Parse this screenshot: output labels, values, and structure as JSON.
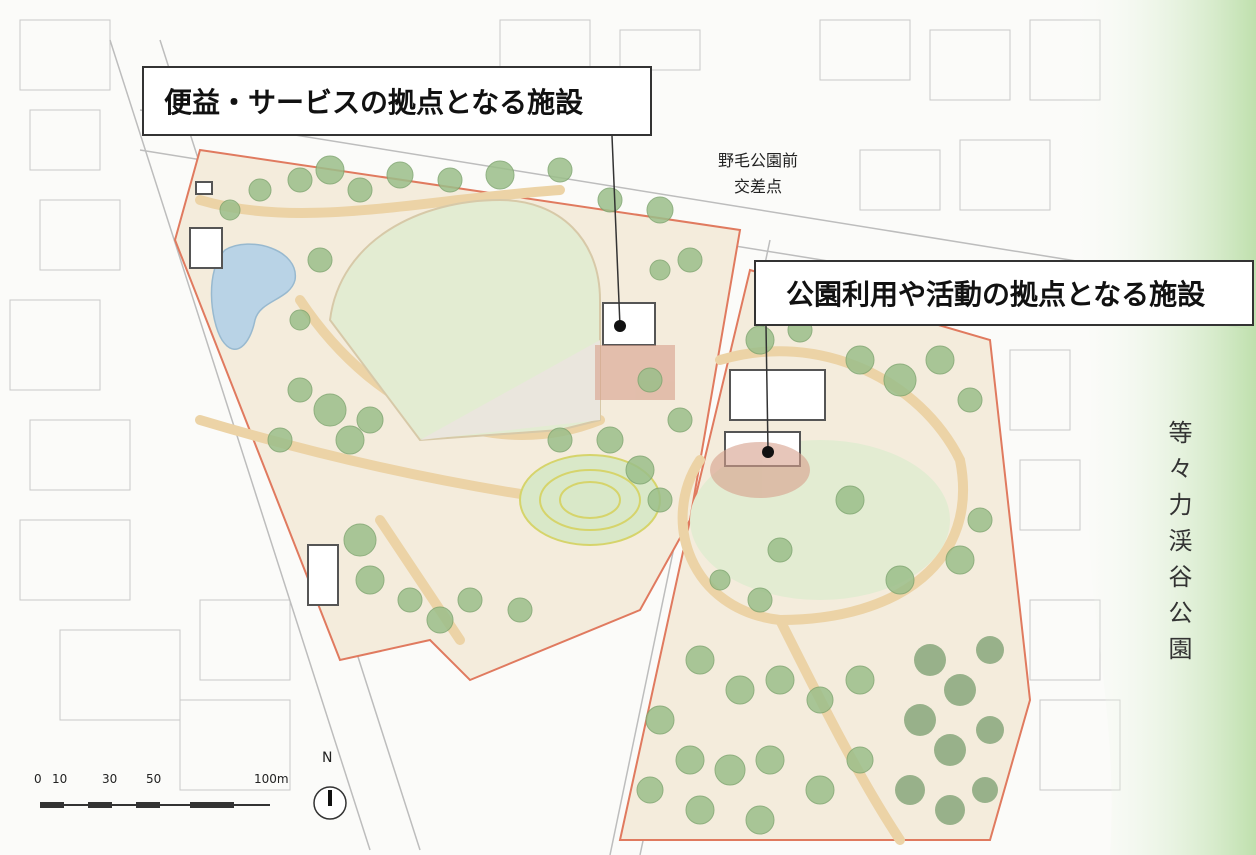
{
  "callouts": {
    "service_facility": "便益・サービスの拠点となる施設",
    "activity_facility": "公園利用や活動の拠点となる施設"
  },
  "labels": {
    "crossing_line1": "野毛公園前",
    "crossing_line2": "交差点",
    "valley_park": "等々力渓谷公園"
  },
  "scale": {
    "ticks": [
      "0",
      "10",
      "30",
      "50",
      "100m"
    ],
    "north": "N"
  },
  "colors": {
    "park_boundary": "#e07a5f",
    "lawn": "#e3ecd2",
    "path": "#ecd3a6",
    "tree": "#9bbf8a",
    "valley_green": "#cfe7c2",
    "pond": "#b9d3e6"
  }
}
